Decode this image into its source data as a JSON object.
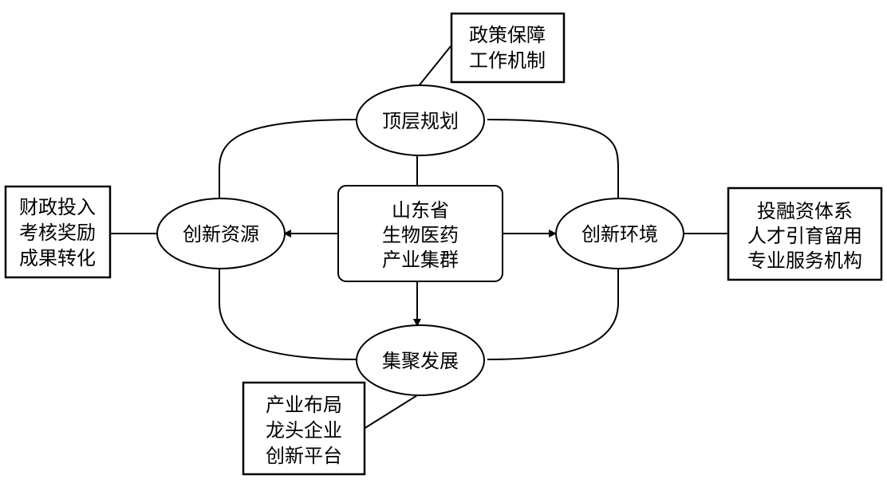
{
  "center": {
    "lines": [
      "山东省",
      "生物医药",
      "产业集群"
    ]
  },
  "nodes": {
    "top": "顶层规划",
    "left": "创新资源",
    "right": "创新环境",
    "bottom": "集聚发展"
  },
  "boxes": {
    "top": [
      "政策保障",
      "工作机制"
    ],
    "left": [
      "财政投入",
      "考核奖励",
      "成果转化"
    ],
    "right": [
      "投融资体系",
      "人才引育留用",
      "专业服务机构"
    ],
    "bottom": [
      "产业布局",
      "龙头企业",
      "创新平台"
    ]
  },
  "colors": {
    "stroke": "#000000",
    "fill": "#ffffff"
  }
}
